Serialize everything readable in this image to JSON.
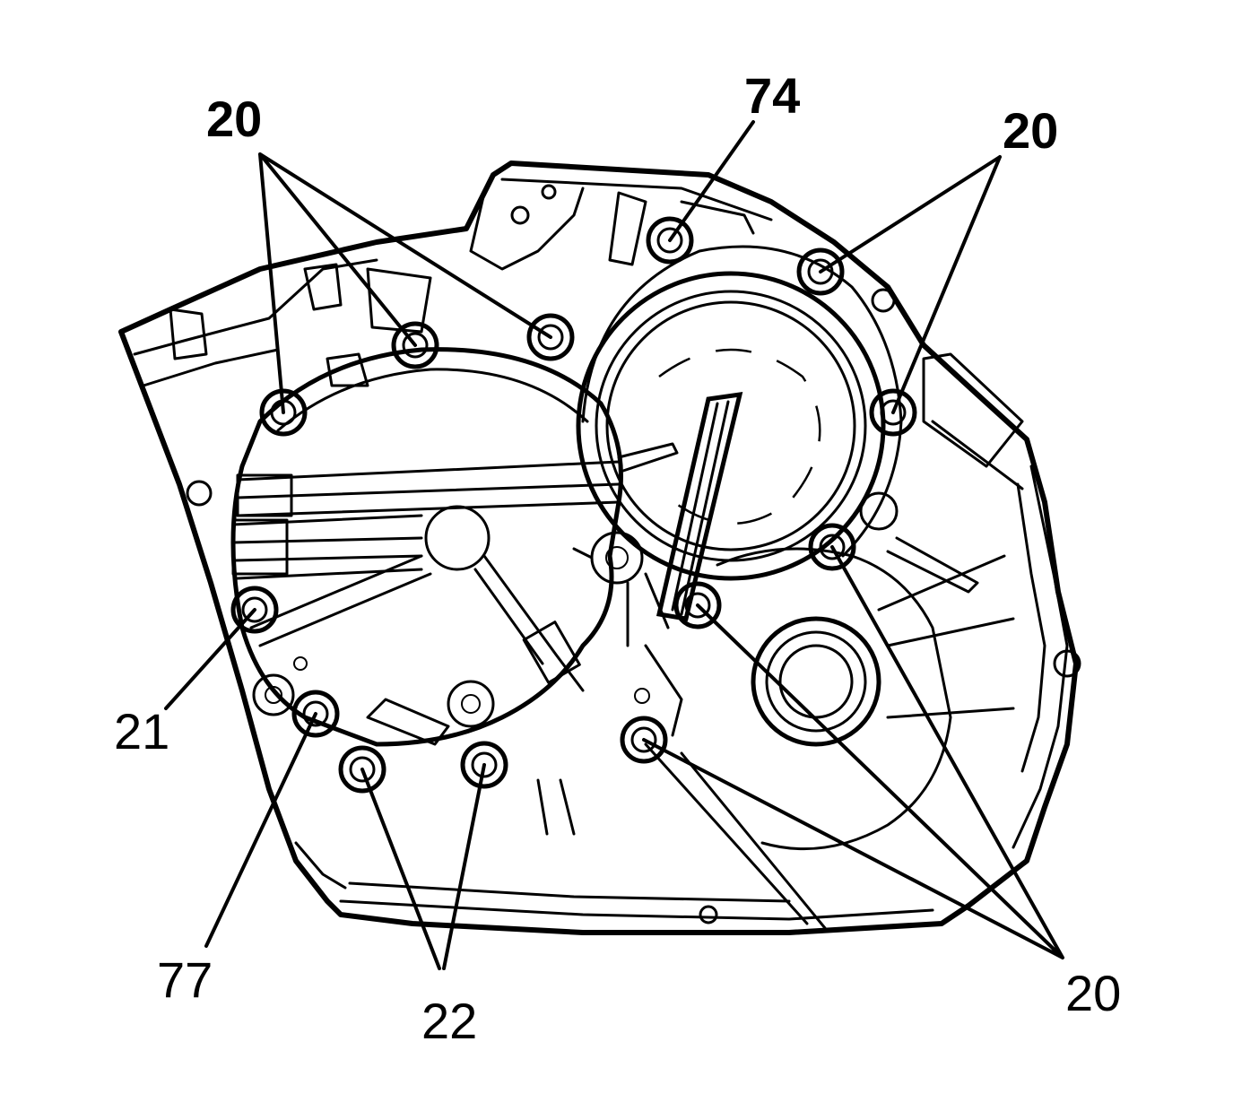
{
  "callouts": {
    "c20_top_left": "20",
    "c74": "74",
    "c20_top_right": "20",
    "c21": "21",
    "c77": "77",
    "c22": "22",
    "c20_bottom_right": "20"
  },
  "colors": {
    "ink": "#000000",
    "paper": "#ffffff"
  }
}
